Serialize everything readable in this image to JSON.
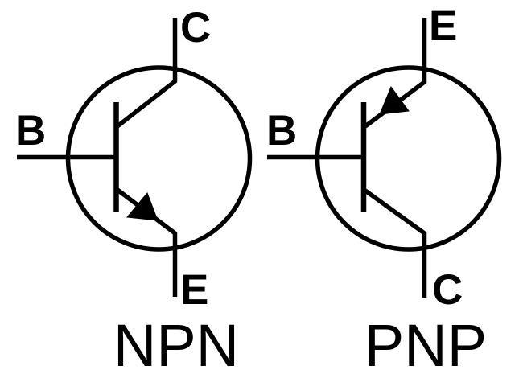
{
  "page": {
    "background_color": "#ffffff",
    "ink_color": "#000000",
    "description": "Schematic symbols of NPN and PNP bipolar junction transistors"
  },
  "diagram": {
    "symbols": [
      {
        "type": "npn-transistor",
        "caption": "NPN",
        "terminals": {
          "base": "B",
          "collector": "C",
          "emitter": "E"
        },
        "arrow_direction": "outward-on-emitter"
      },
      {
        "type": "pnp-transistor",
        "caption": "PNP",
        "terminals": {
          "base": "B",
          "emitter": "E",
          "collector": "C"
        },
        "arrow_direction": "inward-on-emitter"
      }
    ]
  }
}
